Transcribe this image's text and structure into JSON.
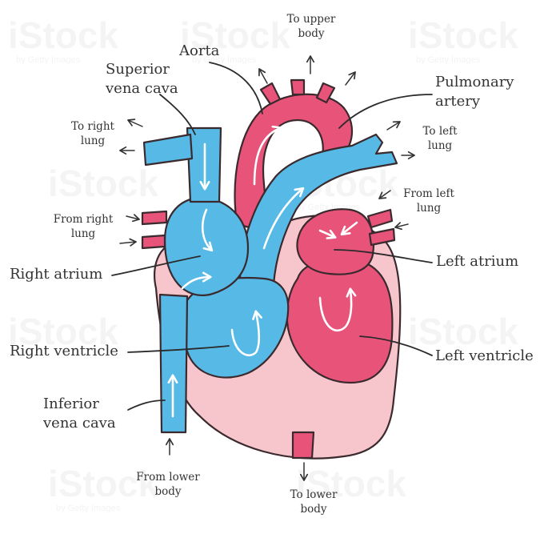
{
  "colors": {
    "deoxygenated": "#56b9e6",
    "deoxygenated_light": "#86d1f2",
    "oxygenated": "#e8537a",
    "oxygenated_light": "#f38aa6",
    "muscle": "#f7c6cd",
    "outline": "#3a2a2e"
  },
  "watermark": {
    "brand": "iStock",
    "sub": "by Getty Images"
  },
  "labels": {
    "aorta": "Aorta",
    "to_upper_body": [
      "To upper",
      "body"
    ],
    "superior_vena_cava": [
      "Superior",
      "vena cava"
    ],
    "pulmonary_artery": [
      "Pulmonary",
      "artery"
    ],
    "to_right_lung": [
      "To right",
      "lung"
    ],
    "to_left_lung": [
      "To left",
      "lung"
    ],
    "from_left_lung": [
      "From left",
      "lung"
    ],
    "from_right_lung": [
      "From right",
      "lung"
    ],
    "right_atrium": "Right atrium",
    "left_atrium": "Left atrium",
    "right_ventricle": "Right ventricle",
    "left_ventricle": "Left ventricle",
    "inferior_vena_cava": [
      "Inferior",
      "vena cava"
    ],
    "from_lower_body": [
      "From lower",
      "body"
    ],
    "to_lower_body": [
      "To lower",
      "body"
    ]
  }
}
